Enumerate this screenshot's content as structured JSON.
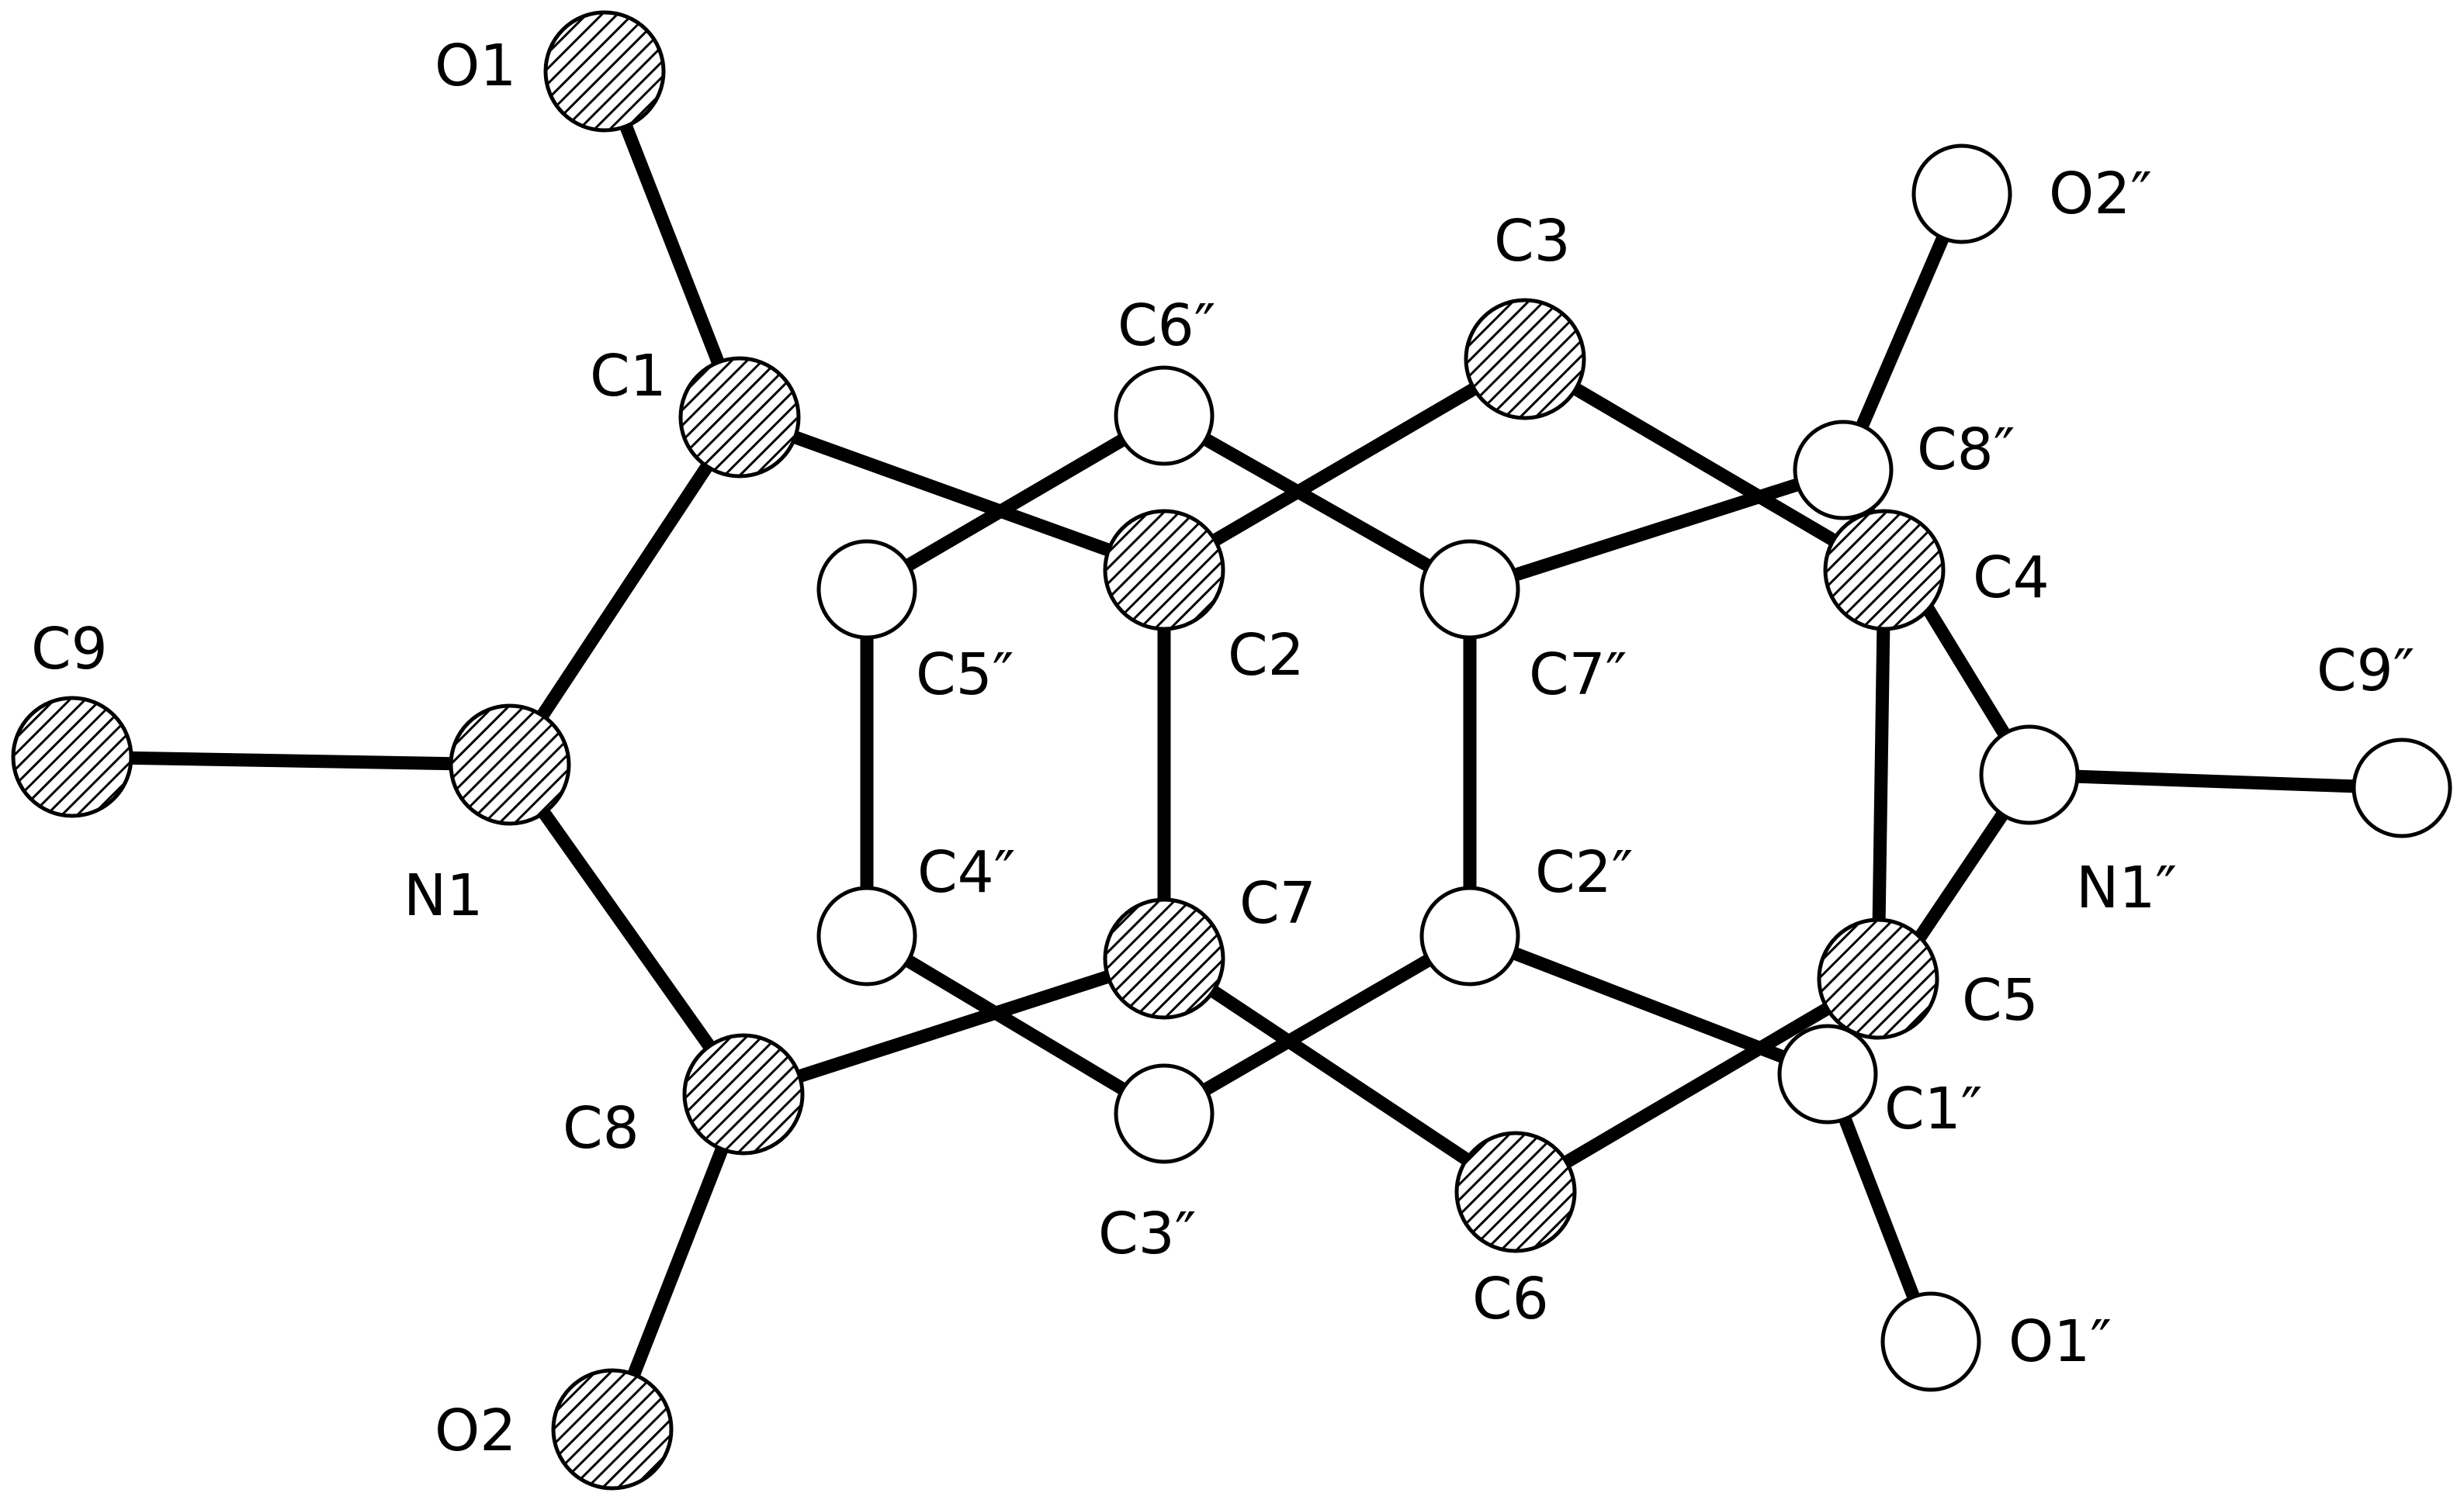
{
  "molecule": {
    "colors": {
      "hatched": "#000000",
      "open": "#ffffff",
      "bond": "#000000"
    },
    "atoms": [
      {
        "id": "O1",
        "label": "O1",
        "style": "hatched"
      },
      {
        "id": "C1",
        "label": "C1",
        "style": "hatched"
      },
      {
        "id": "C9",
        "label": "C9",
        "style": "hatched"
      },
      {
        "id": "N1",
        "label": "N1",
        "style": "hatched"
      },
      {
        "id": "C8",
        "label": "C8",
        "style": "hatched"
      },
      {
        "id": "O2",
        "label": "O2",
        "style": "hatched"
      },
      {
        "id": "C2",
        "label": "C2",
        "style": "hatched"
      },
      {
        "id": "C7",
        "label": "C7",
        "style": "hatched"
      },
      {
        "id": "C3",
        "label": "C3",
        "style": "hatched"
      },
      {
        "id": "C6",
        "label": "C6",
        "style": "hatched"
      },
      {
        "id": "C4",
        "label": "C4",
        "style": "hatched"
      },
      {
        "id": "C5",
        "label": "C5",
        "style": "hatched"
      },
      {
        "id": "C6pp",
        "label": "C6″",
        "style": "open"
      },
      {
        "id": "C5pp",
        "label": "C5″",
        "style": "open"
      },
      {
        "id": "C4pp",
        "label": "C4″",
        "style": "open"
      },
      {
        "id": "C3pp",
        "label": "C3″",
        "style": "open"
      },
      {
        "id": "C7pp",
        "label": "C7″",
        "style": "open"
      },
      {
        "id": "C2pp",
        "label": "C2″",
        "style": "open"
      },
      {
        "id": "C8pp",
        "label": "C8″",
        "style": "open"
      },
      {
        "id": "C1pp",
        "label": "C1″",
        "style": "open"
      },
      {
        "id": "O2pp",
        "label": "O2″",
        "style": "open"
      },
      {
        "id": "O1pp",
        "label": "O1″",
        "style": "open"
      },
      {
        "id": "N1pp",
        "label": "N1″",
        "style": "open"
      },
      {
        "id": "C9pp",
        "label": "C9″",
        "style": "open"
      }
    ],
    "bonds": [
      [
        "O1",
        "C1"
      ],
      [
        "C1",
        "N1"
      ],
      [
        "C1",
        "C2"
      ],
      [
        "C9",
        "N1"
      ],
      [
        "N1",
        "C8"
      ],
      [
        "C8",
        "O2"
      ],
      [
        "C8",
        "C7"
      ],
      [
        "C2",
        "C7"
      ],
      [
        "C2",
        "C3"
      ],
      [
        "C3",
        "C4"
      ],
      [
        "C7",
        "C6"
      ],
      [
        "C6",
        "C5"
      ],
      [
        "C4",
        "C5"
      ],
      [
        "C6pp",
        "C5pp"
      ],
      [
        "C6pp",
        "C7pp"
      ],
      [
        "C5pp",
        "C4pp"
      ],
      [
        "C4pp",
        "C3pp"
      ],
      [
        "C3pp",
        "C2pp"
      ],
      [
        "C7pp",
        "C2pp"
      ],
      [
        "C7pp",
        "C8pp"
      ],
      [
        "C2pp",
        "C1pp"
      ],
      [
        "C8pp",
        "O2pp"
      ],
      [
        "C8pp",
        "N1pp"
      ],
      [
        "C1pp",
        "O1pp"
      ],
      [
        "C1pp",
        "N1pp"
      ],
      [
        "N1pp",
        "C9pp"
      ]
    ]
  }
}
